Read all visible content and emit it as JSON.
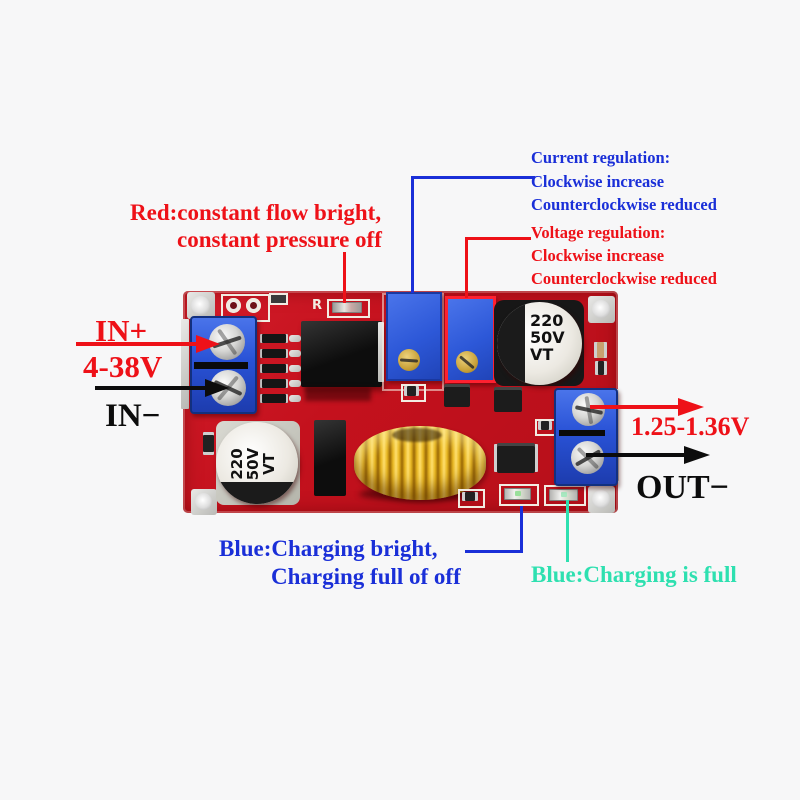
{
  "colors": {
    "background": "#f7f7f8",
    "annotation_blue": "#1a2fd8",
    "annotation_red": "#ee1118",
    "annotation_teal": "#2ee0b0",
    "annotation_black": "#0c0c0c",
    "pcb_red": "#c4111d",
    "terminal_blue": "#2952d6",
    "inductor_gold": "#f3c832"
  },
  "annotations": {
    "current_regulation": {
      "lines": [
        "Current regulation:",
        "Clockwise increase",
        "Counterclockwise reduced"
      ]
    },
    "voltage_regulation": {
      "lines": [
        "Voltage regulation:",
        "Clockwise increase",
        "Counterclockwise reduced"
      ]
    },
    "red_led_note": {
      "lines": [
        "Red:constant flow bright,",
        "constant pressure off"
      ]
    },
    "input": {
      "plus": "IN+",
      "range": "4-38V",
      "minus": "IN−"
    },
    "output": {
      "range": "1.25-1.36V",
      "minus": "OUT−"
    },
    "blue_led_note": {
      "lines": [
        "Blue:Charging bright,",
        "Charging full of off"
      ]
    },
    "full_led_note": {
      "text": "Blue:Charging is full"
    }
  },
  "board": {
    "silkscreen_r": "R",
    "capacitor_top": {
      "lines": [
        "220",
        "50V",
        "VT"
      ]
    },
    "capacitor_bottom": {
      "lines": [
        "220",
        "50V",
        "VT"
      ]
    }
  }
}
